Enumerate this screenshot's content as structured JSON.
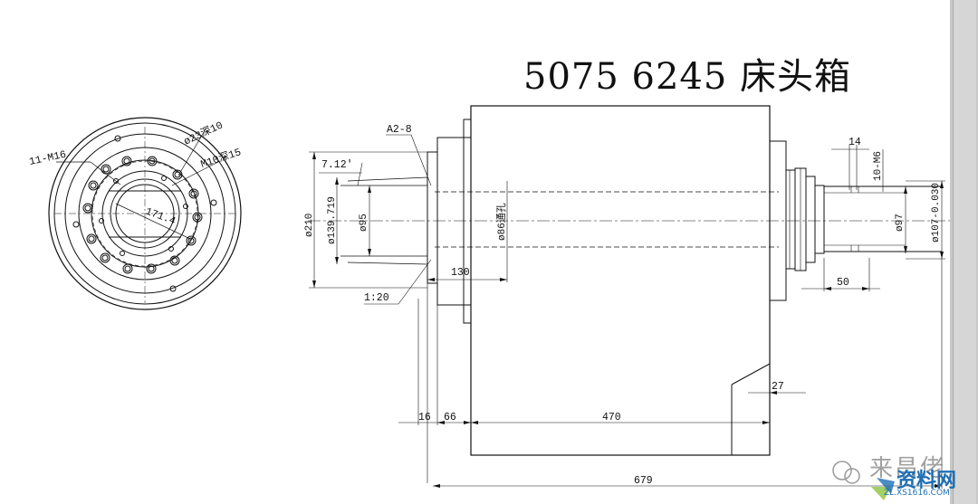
{
  "title": "5075 6245 床头箱",
  "end_view": {
    "labels": {
      "m16": "11-M16",
      "dia23": "ø23深10",
      "m10": "M10深15",
      "radius": "171.4"
    }
  },
  "side_view": {
    "labels": {
      "a2": "A2-8",
      "angle": "7.12'",
      "d210": "ø210",
      "d139": "ø139.719",
      "d95": "ø95",
      "bore": "ø86通孔",
      "taper": "1:20",
      "d130": "130",
      "d14": "14",
      "m6": "10-M6",
      "d97": "ø97",
      "d107": "ø107-0.030",
      "d50": "50",
      "d27": "27",
      "d16": "16",
      "d66": "66",
      "d470": "470",
      "d679": "679"
    }
  },
  "watermark": {
    "handle": "来昌佬",
    "brand": "资料网",
    "url": "ZL.XS1616.COM"
  }
}
